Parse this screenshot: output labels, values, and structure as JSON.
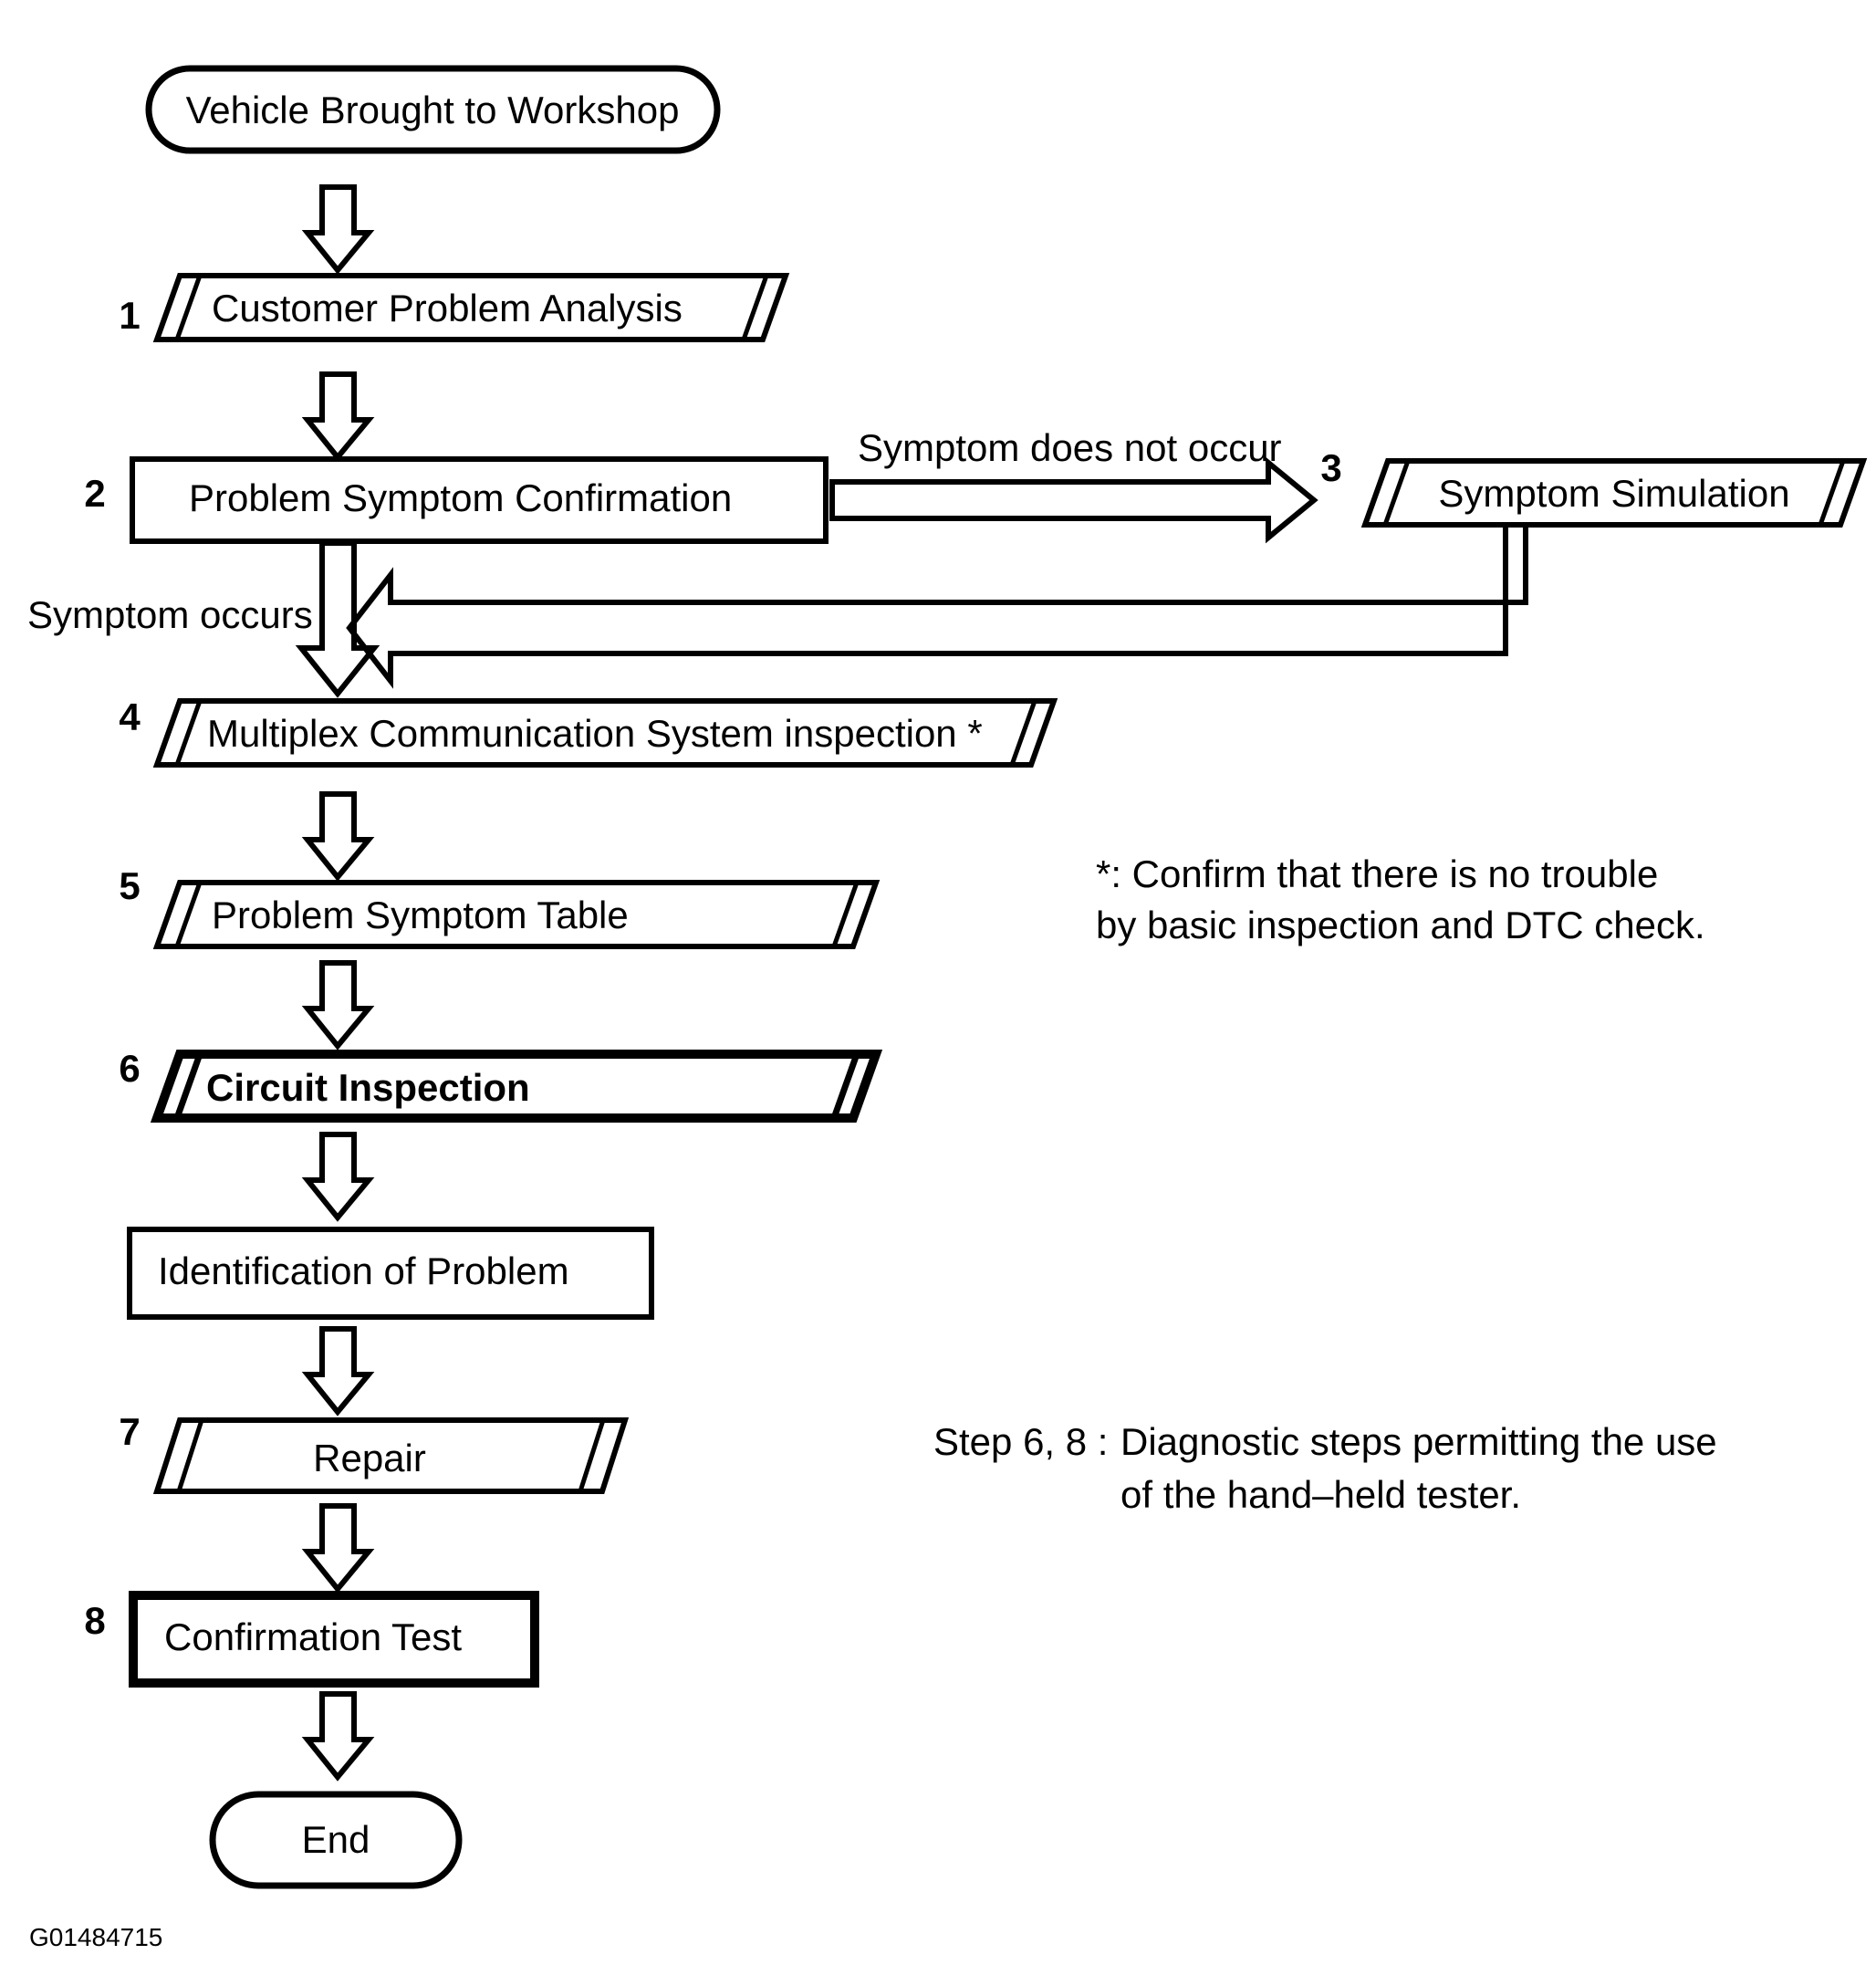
{
  "diagram": {
    "title_id": "G01484715",
    "nodes": [
      {
        "key": "start",
        "number": "",
        "label": "Vehicle Brought to Workshop",
        "shape": "stadium",
        "emphasis": "normal"
      },
      {
        "key": "n1",
        "number": "1",
        "label": "Customer Problem Analysis",
        "shape": "parallelogram",
        "emphasis": "normal"
      },
      {
        "key": "n2",
        "number": "2",
        "label": "Problem Symptom Confirmation",
        "shape": "rectangle",
        "emphasis": "normal"
      },
      {
        "key": "n3",
        "number": "3",
        "label": "Symptom Simulation",
        "shape": "parallelogram",
        "emphasis": "normal"
      },
      {
        "key": "n4",
        "number": "4",
        "label": "Multiplex Communication System inspection *",
        "shape": "parallelogram",
        "emphasis": "normal"
      },
      {
        "key": "n5",
        "number": "5",
        "label": "Problem Symptom Table",
        "shape": "parallelogram",
        "emphasis": "normal"
      },
      {
        "key": "n6",
        "number": "6",
        "label": "Circuit Inspection",
        "shape": "parallelogram",
        "emphasis": "bold"
      },
      {
        "key": "nid",
        "number": "",
        "label": "Identification of Problem",
        "shape": "rectangle",
        "emphasis": "normal"
      },
      {
        "key": "n7",
        "number": "7",
        "label": "Repair",
        "shape": "parallelogram",
        "emphasis": "normal"
      },
      {
        "key": "n8",
        "number": "8",
        "label": "Confirmation Test",
        "shape": "rectangle",
        "emphasis": "bold"
      },
      {
        "key": "end",
        "number": "",
        "label": "End",
        "shape": "stadium",
        "emphasis": "normal"
      }
    ],
    "edge_labels": {
      "symptom_not_occur": "Symptom does not occur",
      "symptom_occurs": "Symptom occurs"
    },
    "notes": {
      "asterisk_line1": "*: Confirm that there is no trouble",
      "asterisk_line2": "by basic inspection and DTC check.",
      "step_note_label": "Step 6, 8 :",
      "step_note_line1": "Diagnostic steps permitting the use",
      "step_note_line2": "of the hand–held tester."
    },
    "colors": {
      "ink": "#000000",
      "paper": "#ffffff"
    }
  }
}
